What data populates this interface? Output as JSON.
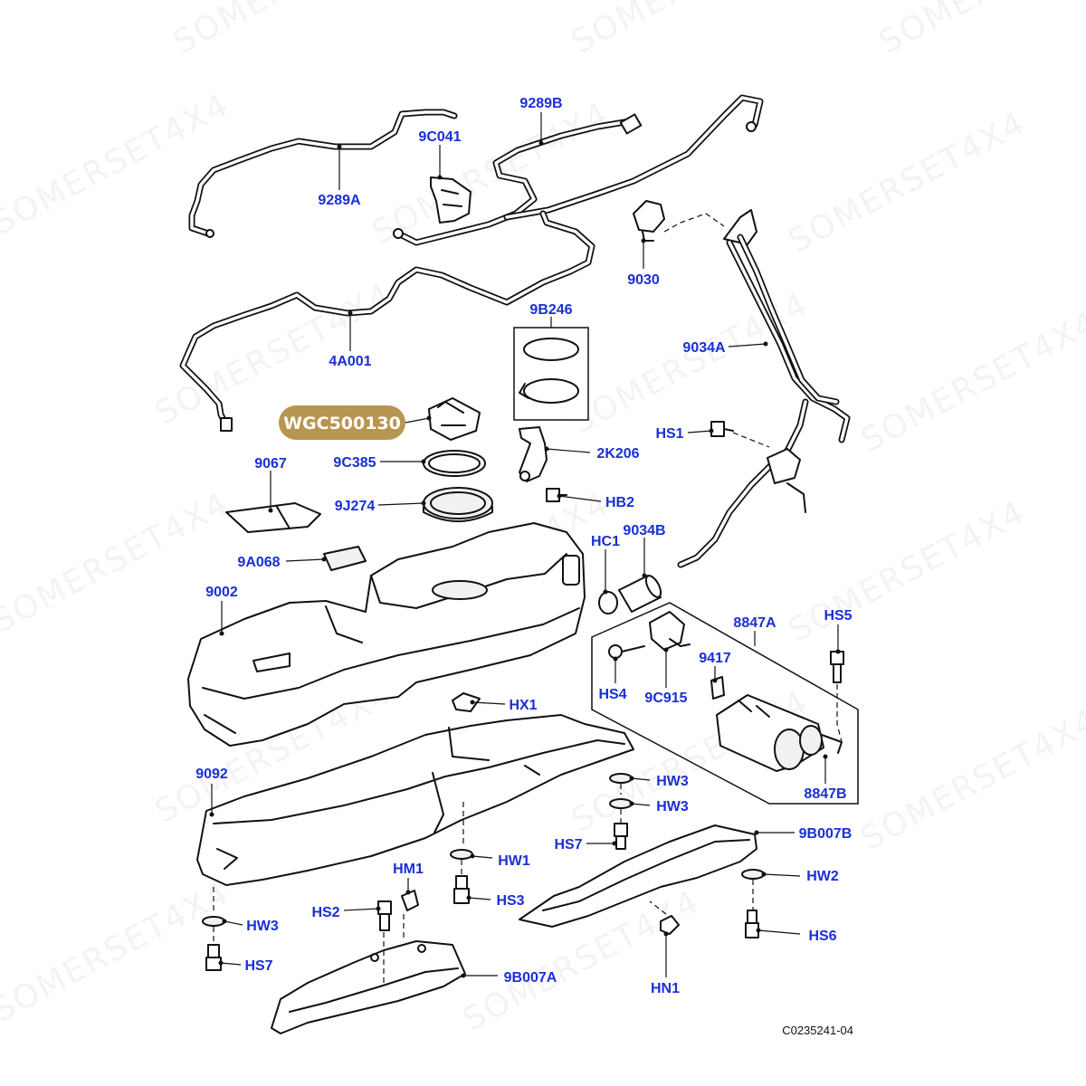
{
  "diagram": {
    "reference_code": "C0235241-04",
    "watermark": "SOMERSET4X4",
    "highlight_part": "WGC500130",
    "highlight_color": "#b89552",
    "label_color": "#1a2fd6",
    "labels": {
      "l_9289B": "9289B",
      "l_9C041": "9C041",
      "l_9289A": "9289A",
      "l_9030": "9030",
      "l_9034A": "9034A",
      "l_4A001": "4A001",
      "l_9B246": "9B246",
      "l_HS1": "HS1",
      "l_9067": "9067",
      "l_9C385": "9C385",
      "l_2K206": "2K206",
      "l_9J274": "9J274",
      "l_HB2": "HB2",
      "l_HC1": "HC1",
      "l_9034B": "9034B",
      "l_9A068": "9A068",
      "l_9002": "9002",
      "l_8847A": "8847A",
      "l_HS5": "HS5",
      "l_9417": "9417",
      "l_HS4": "HS4",
      "l_9C915": "9C915",
      "l_HX1": "HX1",
      "l_9092": "9092",
      "l_HW3a": "HW3",
      "l_HW3b": "HW3",
      "l_8847B": "8847B",
      "l_HS7a": "HS7",
      "l_9B007B": "9B007B",
      "l_HW1": "HW1",
      "l_HM1": "HM1",
      "l_HW2": "HW2",
      "l_HS3": "HS3",
      "l_HS2": "HS2",
      "l_HW3c": "HW3",
      "l_HS6": "HS6",
      "l_HS7b": "HS7",
      "l_9B007A": "9B007A",
      "l_HN1": "HN1"
    }
  }
}
